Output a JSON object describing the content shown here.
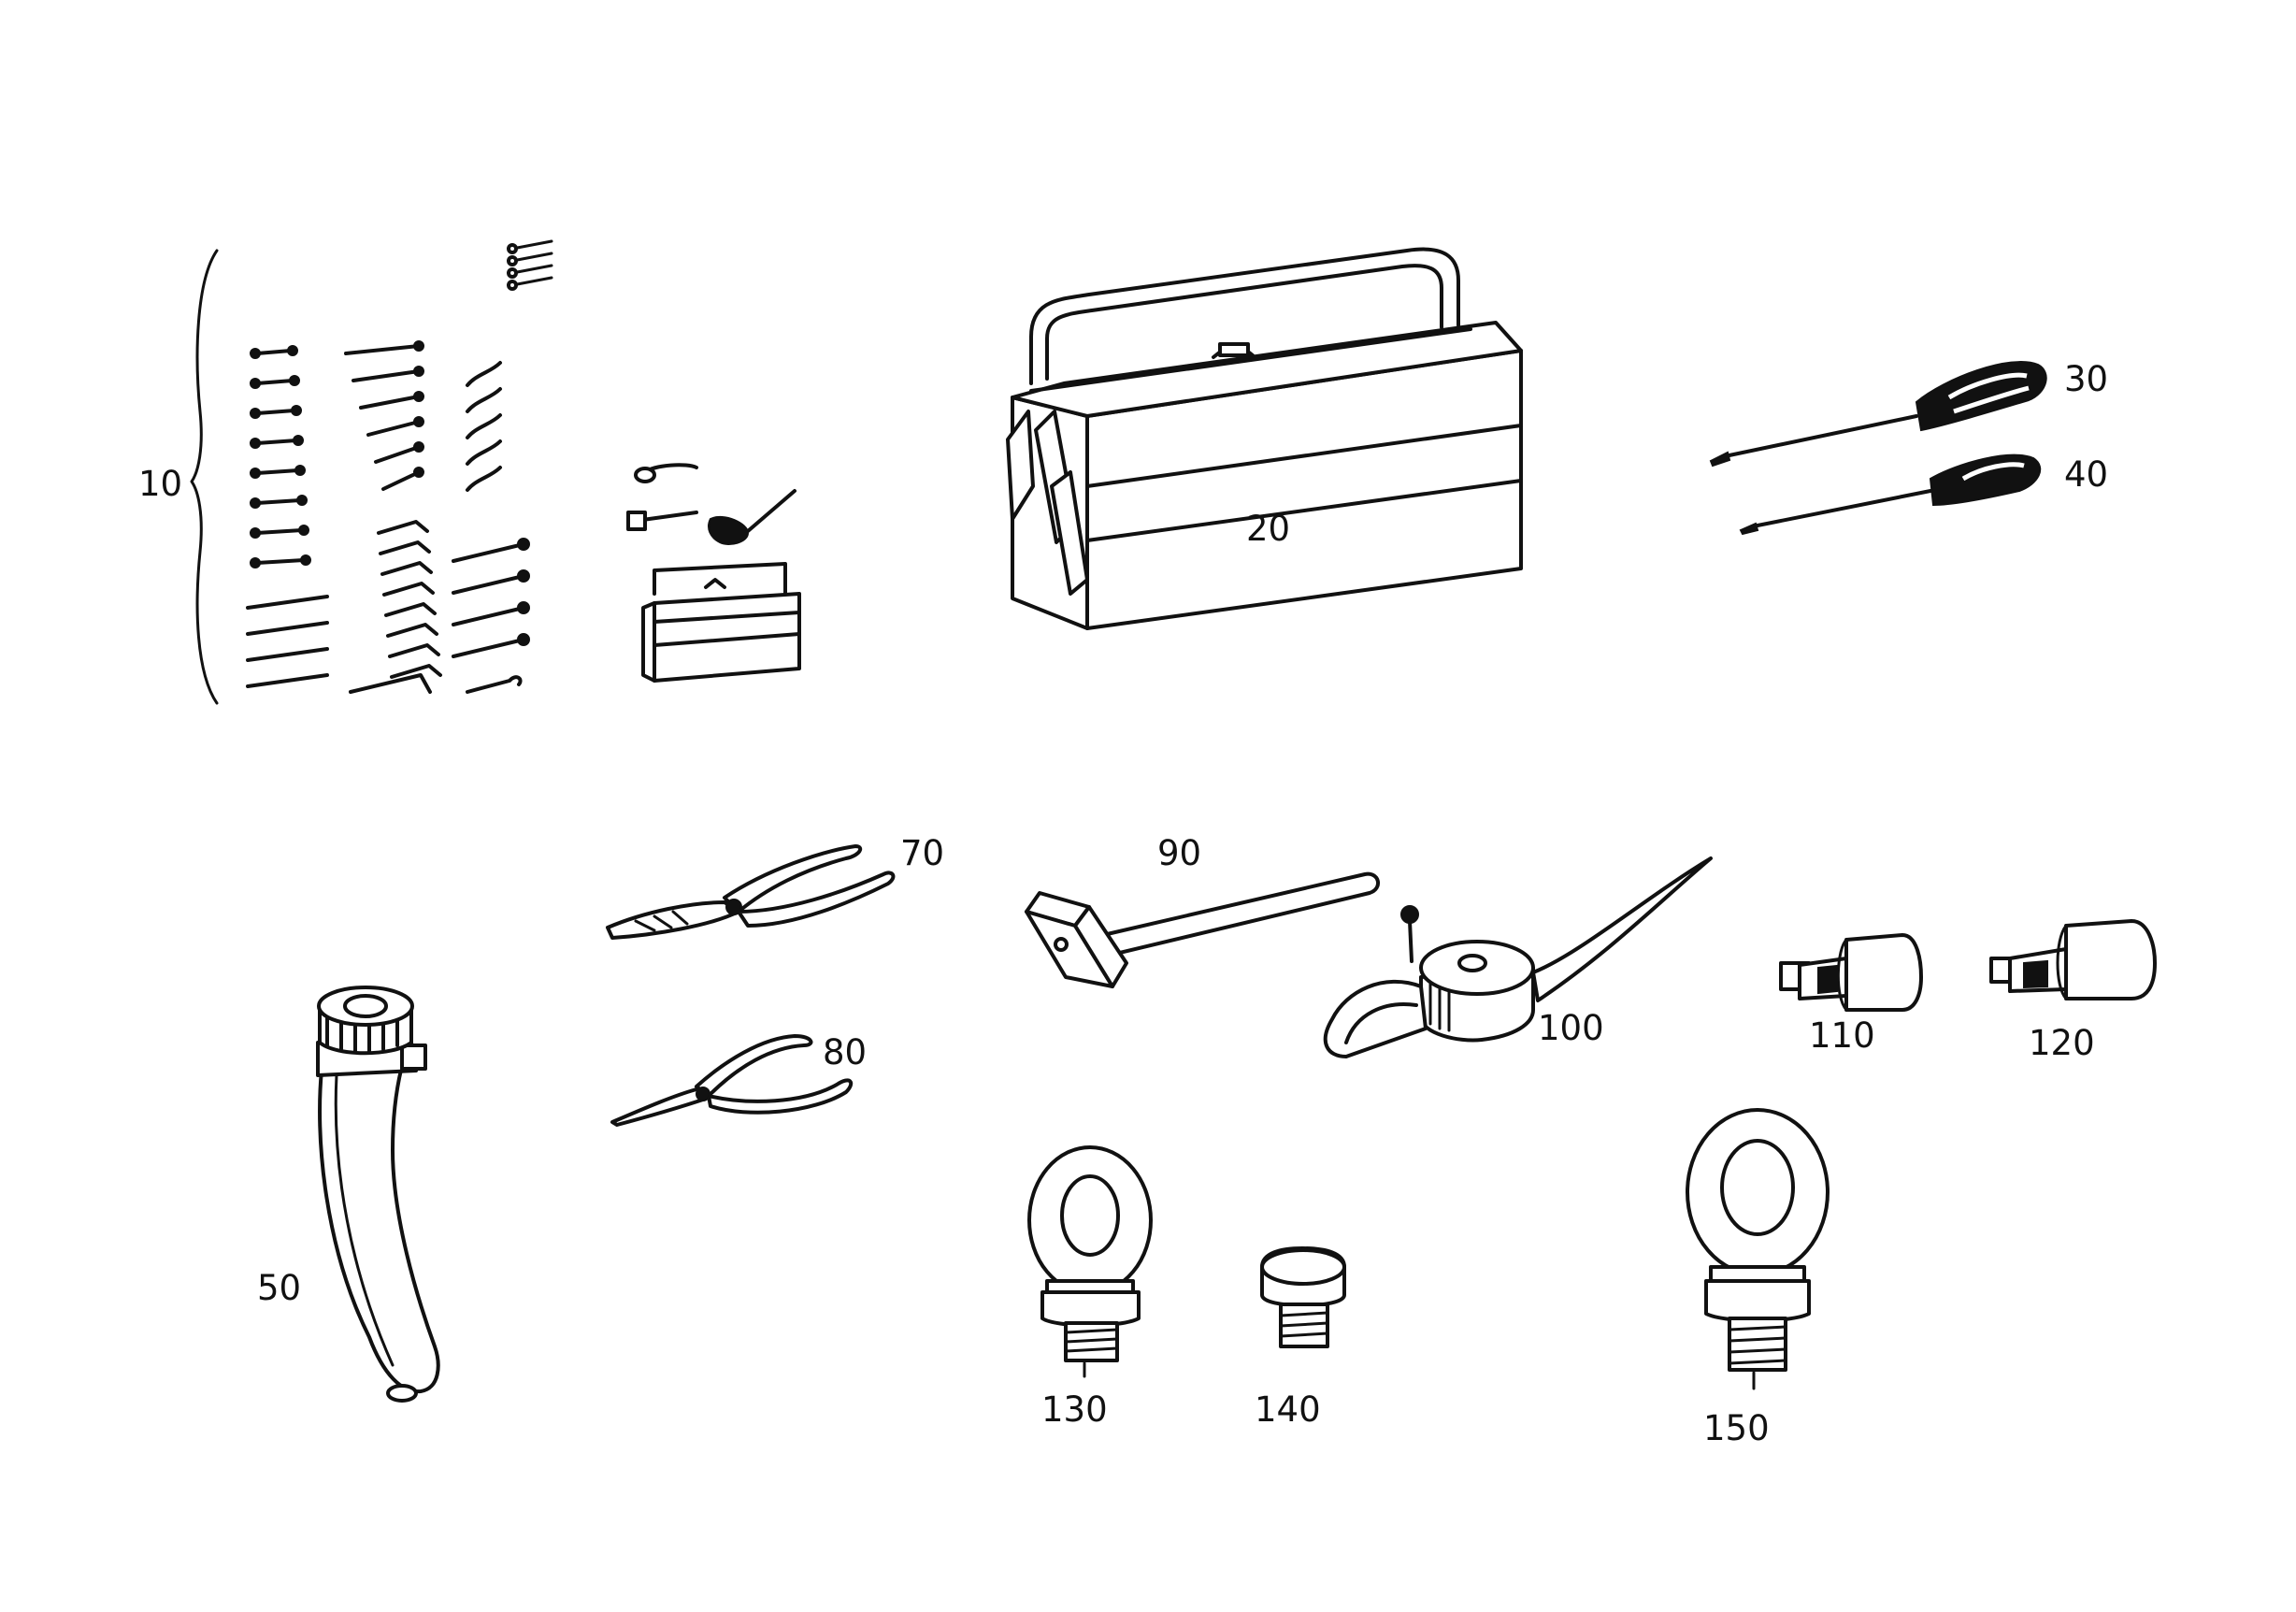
{
  "callouts": {
    "c10": "10",
    "c20": "20",
    "c30": "30",
    "c40": "40",
    "c50": "50",
    "c70": "70",
    "c80": "80",
    "c90": "90",
    "c100": "100",
    "c110": "110",
    "c120": "120",
    "c130": "130",
    "c140": "140",
    "c150": "150"
  },
  "colors": {
    "ink": "#111111",
    "paper": "#ffffff"
  },
  "icons": {
    "c10": "tool-set-icon",
    "c20": "toolbox-icon",
    "c30": "screwdriver-icon",
    "c40": "screwdriver-small-icon",
    "c50": "hose-icon",
    "c70": "pliers-icon",
    "c80": "needle-nose-pliers-icon",
    "c90": "hammer-icon",
    "c100": "oil-can-icon",
    "c110": "socket-adapter-icon",
    "c120": "socket-adapter-large-icon",
    "c130": "eye-bolt-icon",
    "c140": "plug-bolt-icon",
    "c150": "eye-bolt-large-icon"
  }
}
